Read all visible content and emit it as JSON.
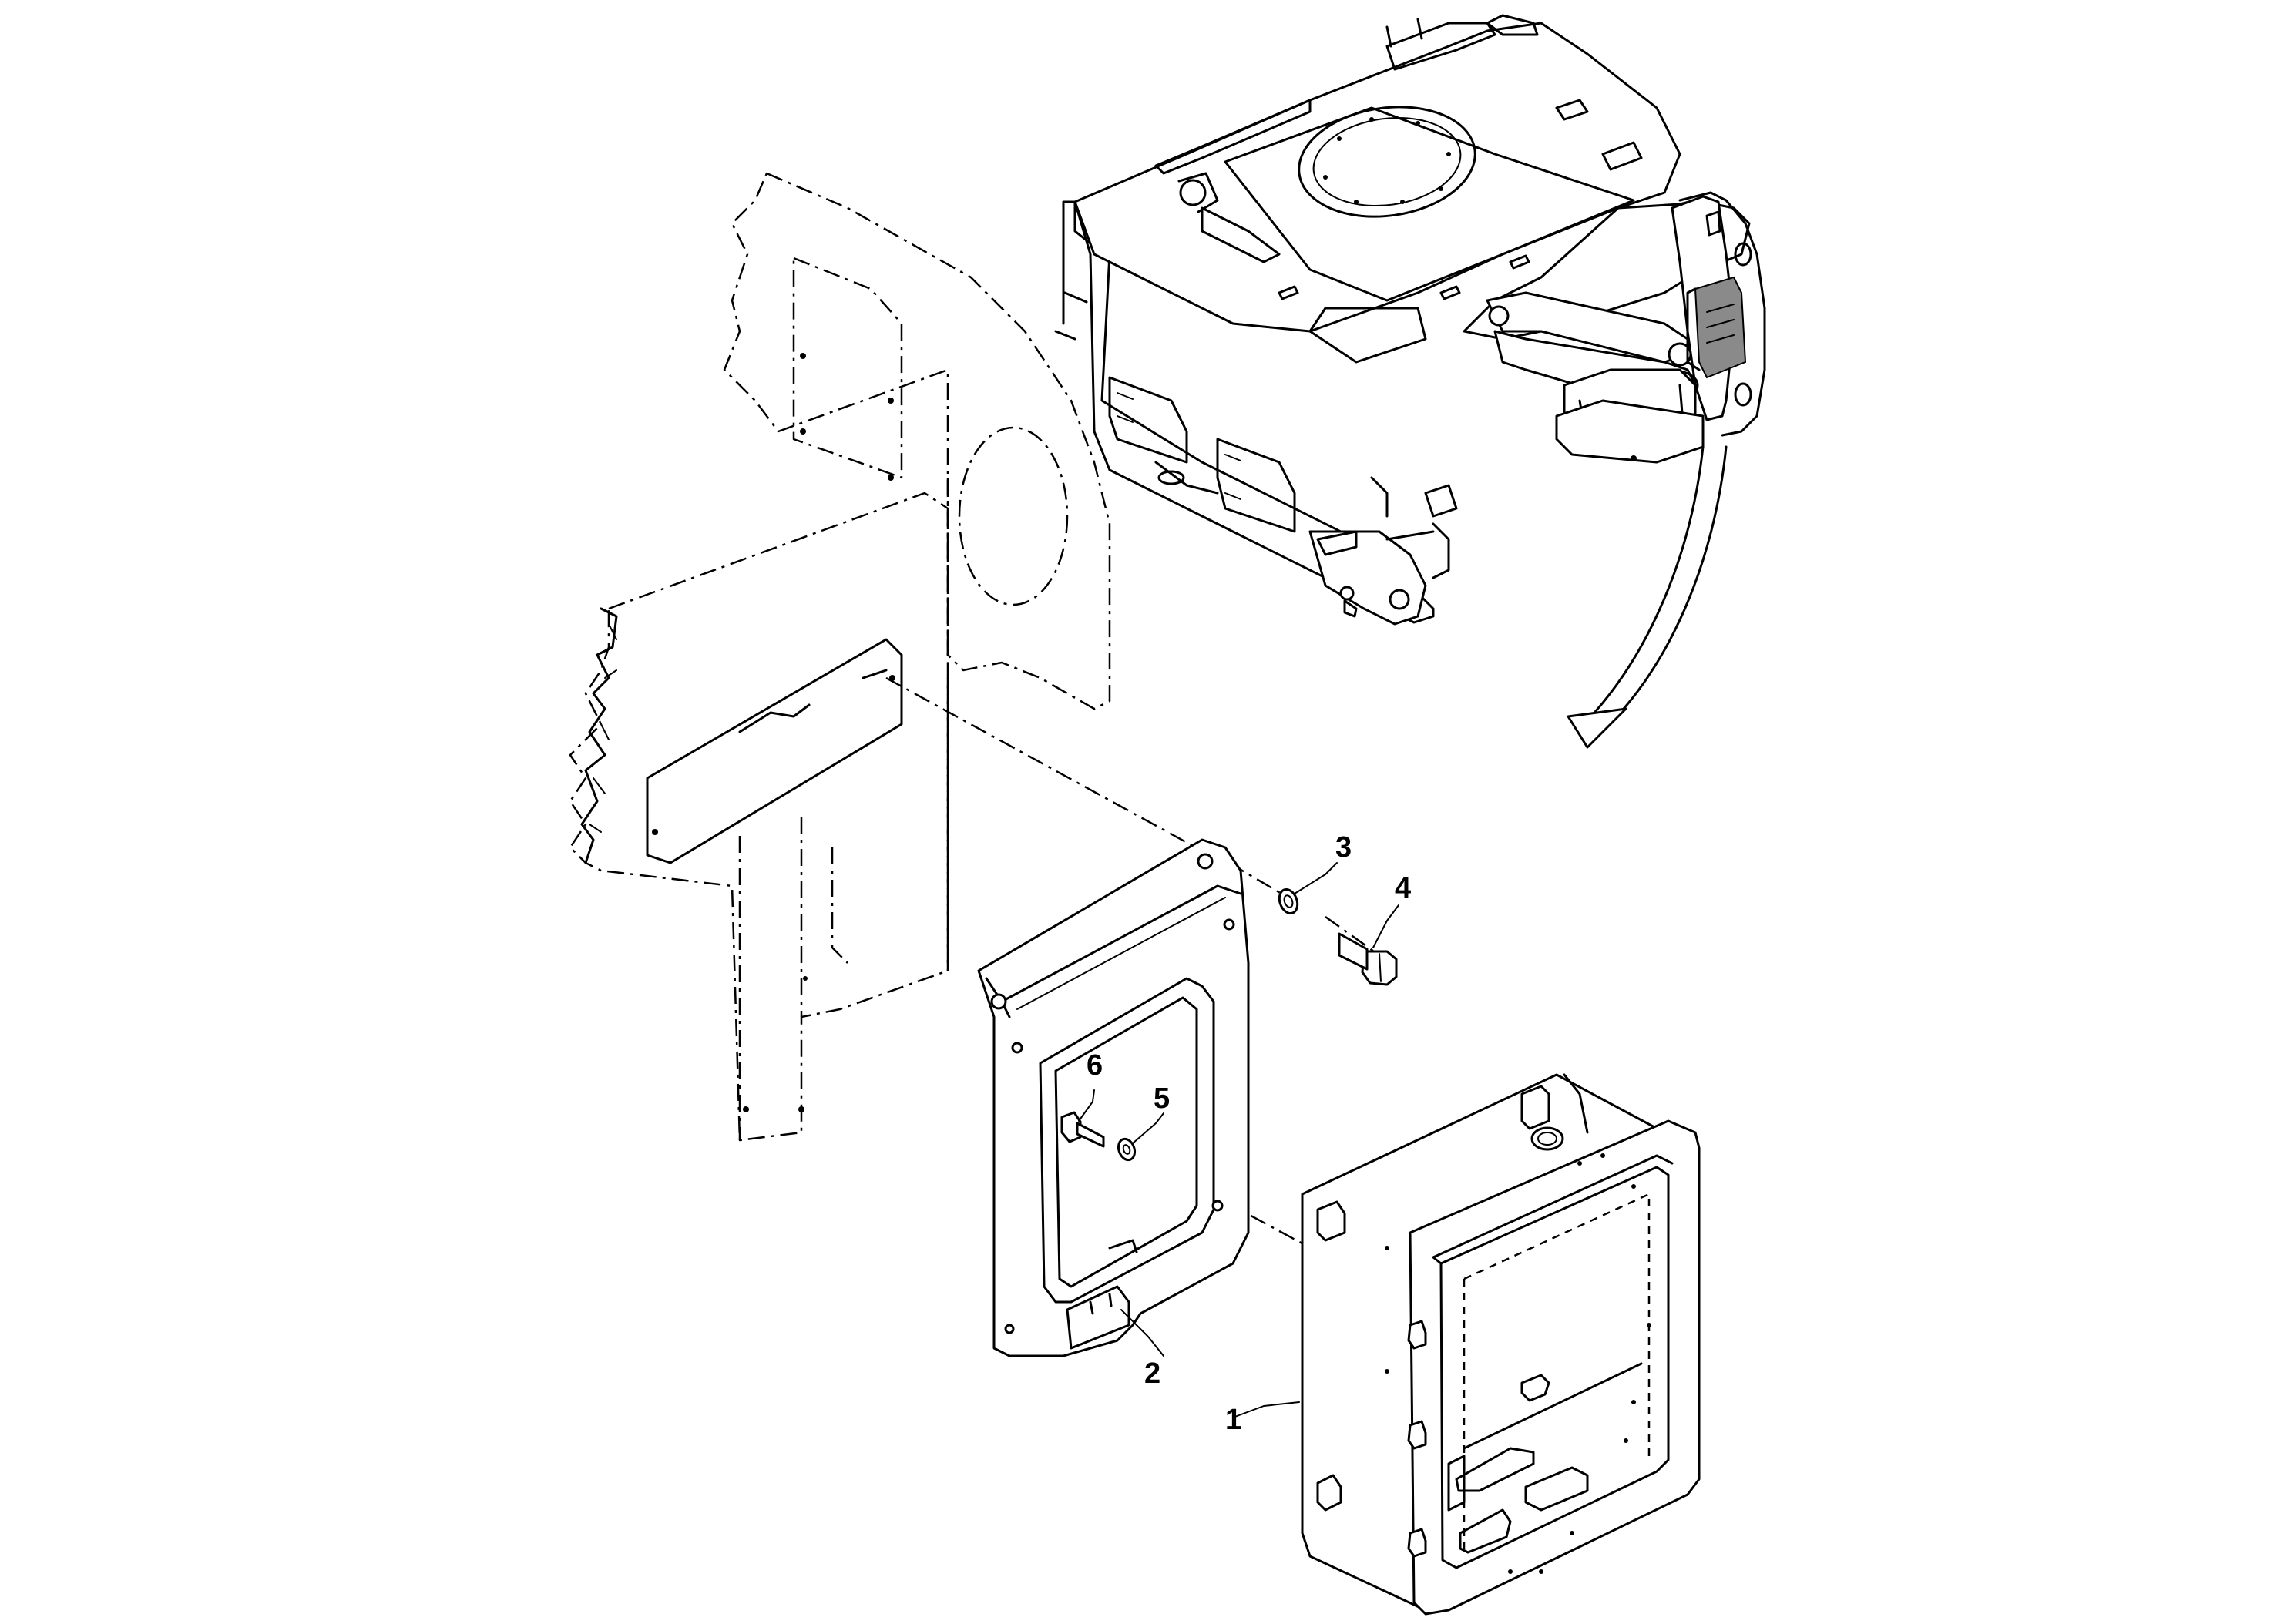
{
  "callouts": [
    {
      "id": "1",
      "label": "1"
    },
    {
      "id": "2",
      "label": "2"
    },
    {
      "id": "3",
      "label": "3"
    },
    {
      "id": "4",
      "label": "4"
    },
    {
      "id": "5",
      "label": "5"
    },
    {
      "id": "6",
      "label": "6"
    }
  ],
  "icons": {
    "view_arrow": "curved-arrow-icon"
  }
}
